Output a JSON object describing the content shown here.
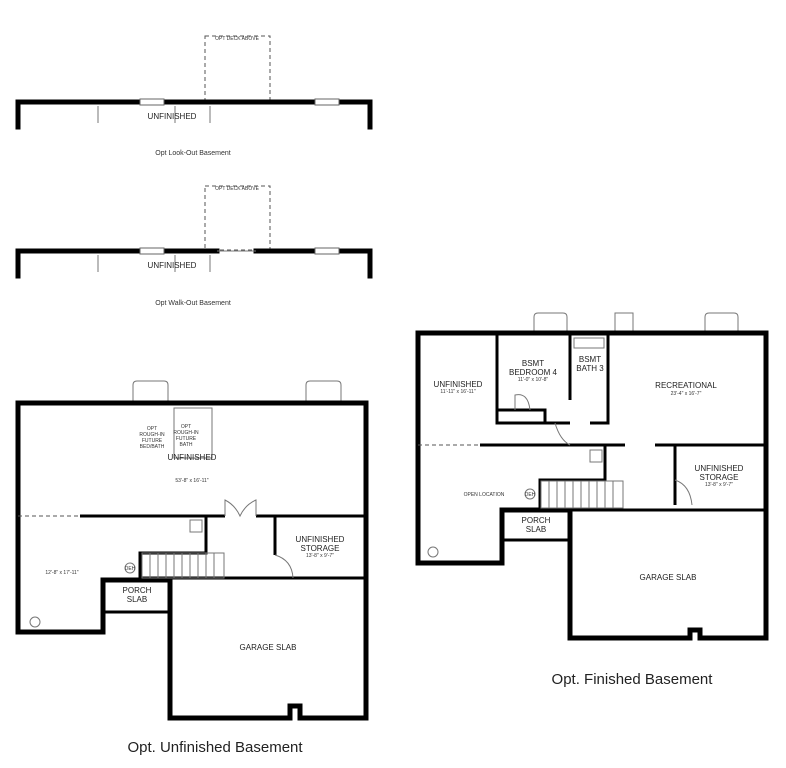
{
  "lookout": {
    "deck": "OPT DECK ABOVE",
    "room": "UNFINISHED",
    "caption": "Opt Look-Out Basement"
  },
  "walkout": {
    "deck": "OPT DECK ABOVE",
    "room": "UNFINISHED",
    "caption": "Opt Walk-Out Basement"
  },
  "unfinished_plan": {
    "caption": "Opt. Unfinished Basement",
    "bedbath_note": [
      "OPT",
      "ROUGH-IN",
      "FUTURE",
      "BED/BATH"
    ],
    "bath_note": [
      "OPT",
      "ROUGH-IN",
      "FUTURE",
      "BATH"
    ],
    "main_room": "UNFINISHED",
    "main_dim": "53'-8\" x 16'-11\"",
    "left_dim": "12'-8\" x 17'-11\"",
    "storage": [
      "UNFINISHED",
      "STORAGE"
    ],
    "storage_dim": "13'-8\" x 9'-7\"",
    "porch": [
      "PORCH",
      "SLAB"
    ],
    "garage": "GARAGE SLAB",
    "heater": "DEH"
  },
  "finished_plan": {
    "caption": "Opt. Finished Basement",
    "unfinished": "UNFINISHED",
    "unfinished_dim": "11'-11\" x 16'-11\"",
    "bedroom": [
      "BSMT",
      "BEDROOM 4"
    ],
    "bedroom_dim": "11'-0\" x 10'-8\"",
    "bath": [
      "BSMT",
      "BATH 3"
    ],
    "rec": "RECREATIONAL",
    "rec_dim": "23'-4\" x 16'-7\"",
    "storage": [
      "UNFINISHED",
      "STORAGE"
    ],
    "storage_dim": "13'-8\" x 9'-7\"",
    "porch": [
      "PORCH",
      "SLAB"
    ],
    "garage": "GARAGE SLAB",
    "heater_note": "OPEN LOCATION",
    "heater": "DEH"
  }
}
